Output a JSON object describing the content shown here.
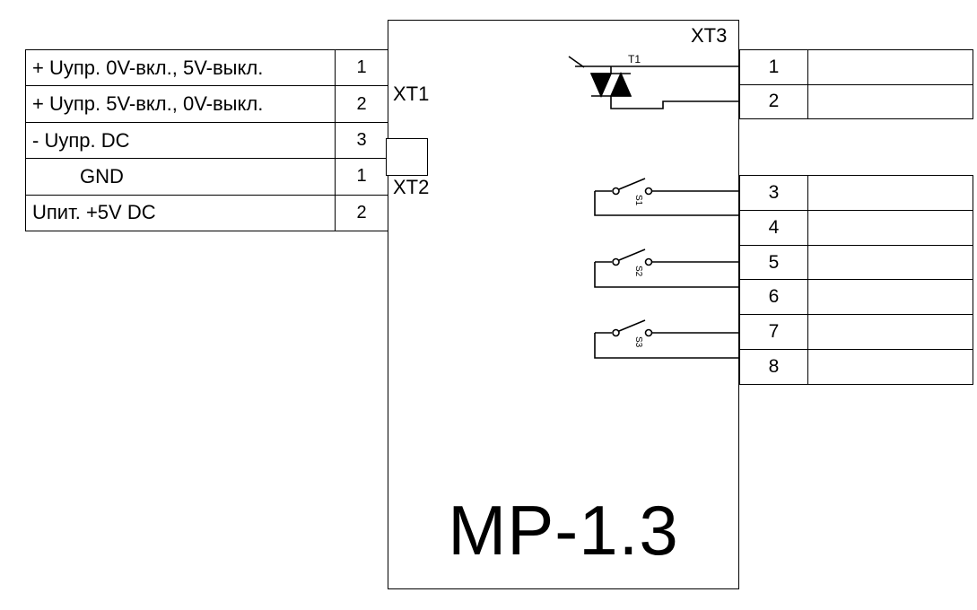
{
  "module": {
    "name": "МР-1.3"
  },
  "colors": {
    "line": "#000000",
    "background": "#ffffff"
  },
  "connectors": {
    "xt1": {
      "label": "XT1"
    },
    "xt2": {
      "label": "XT2"
    },
    "xt3": {
      "label": "XT3"
    }
  },
  "left_table": {
    "rows": [
      {
        "label": "+ Uупр. 0V-вкл., 5V-выкл.",
        "pin": "1"
      },
      {
        "label": "+ Uупр. 5V-вкл., 0V-выкл.",
        "pin": "2"
      },
      {
        "label": "- Uупр. DC",
        "pin": "3"
      },
      {
        "label": "GND",
        "pin": "1"
      },
      {
        "label": "Uпит. +5V DC",
        "pin": "2"
      }
    ]
  },
  "right_table": {
    "group1": [
      "1",
      "2"
    ],
    "group2": [
      "3",
      "4",
      "5",
      "6",
      "7",
      "8"
    ]
  },
  "components": {
    "triac": {
      "label": "T1"
    },
    "switches": [
      {
        "label": "S1"
      },
      {
        "label": "S2"
      },
      {
        "label": "S3"
      }
    ]
  }
}
